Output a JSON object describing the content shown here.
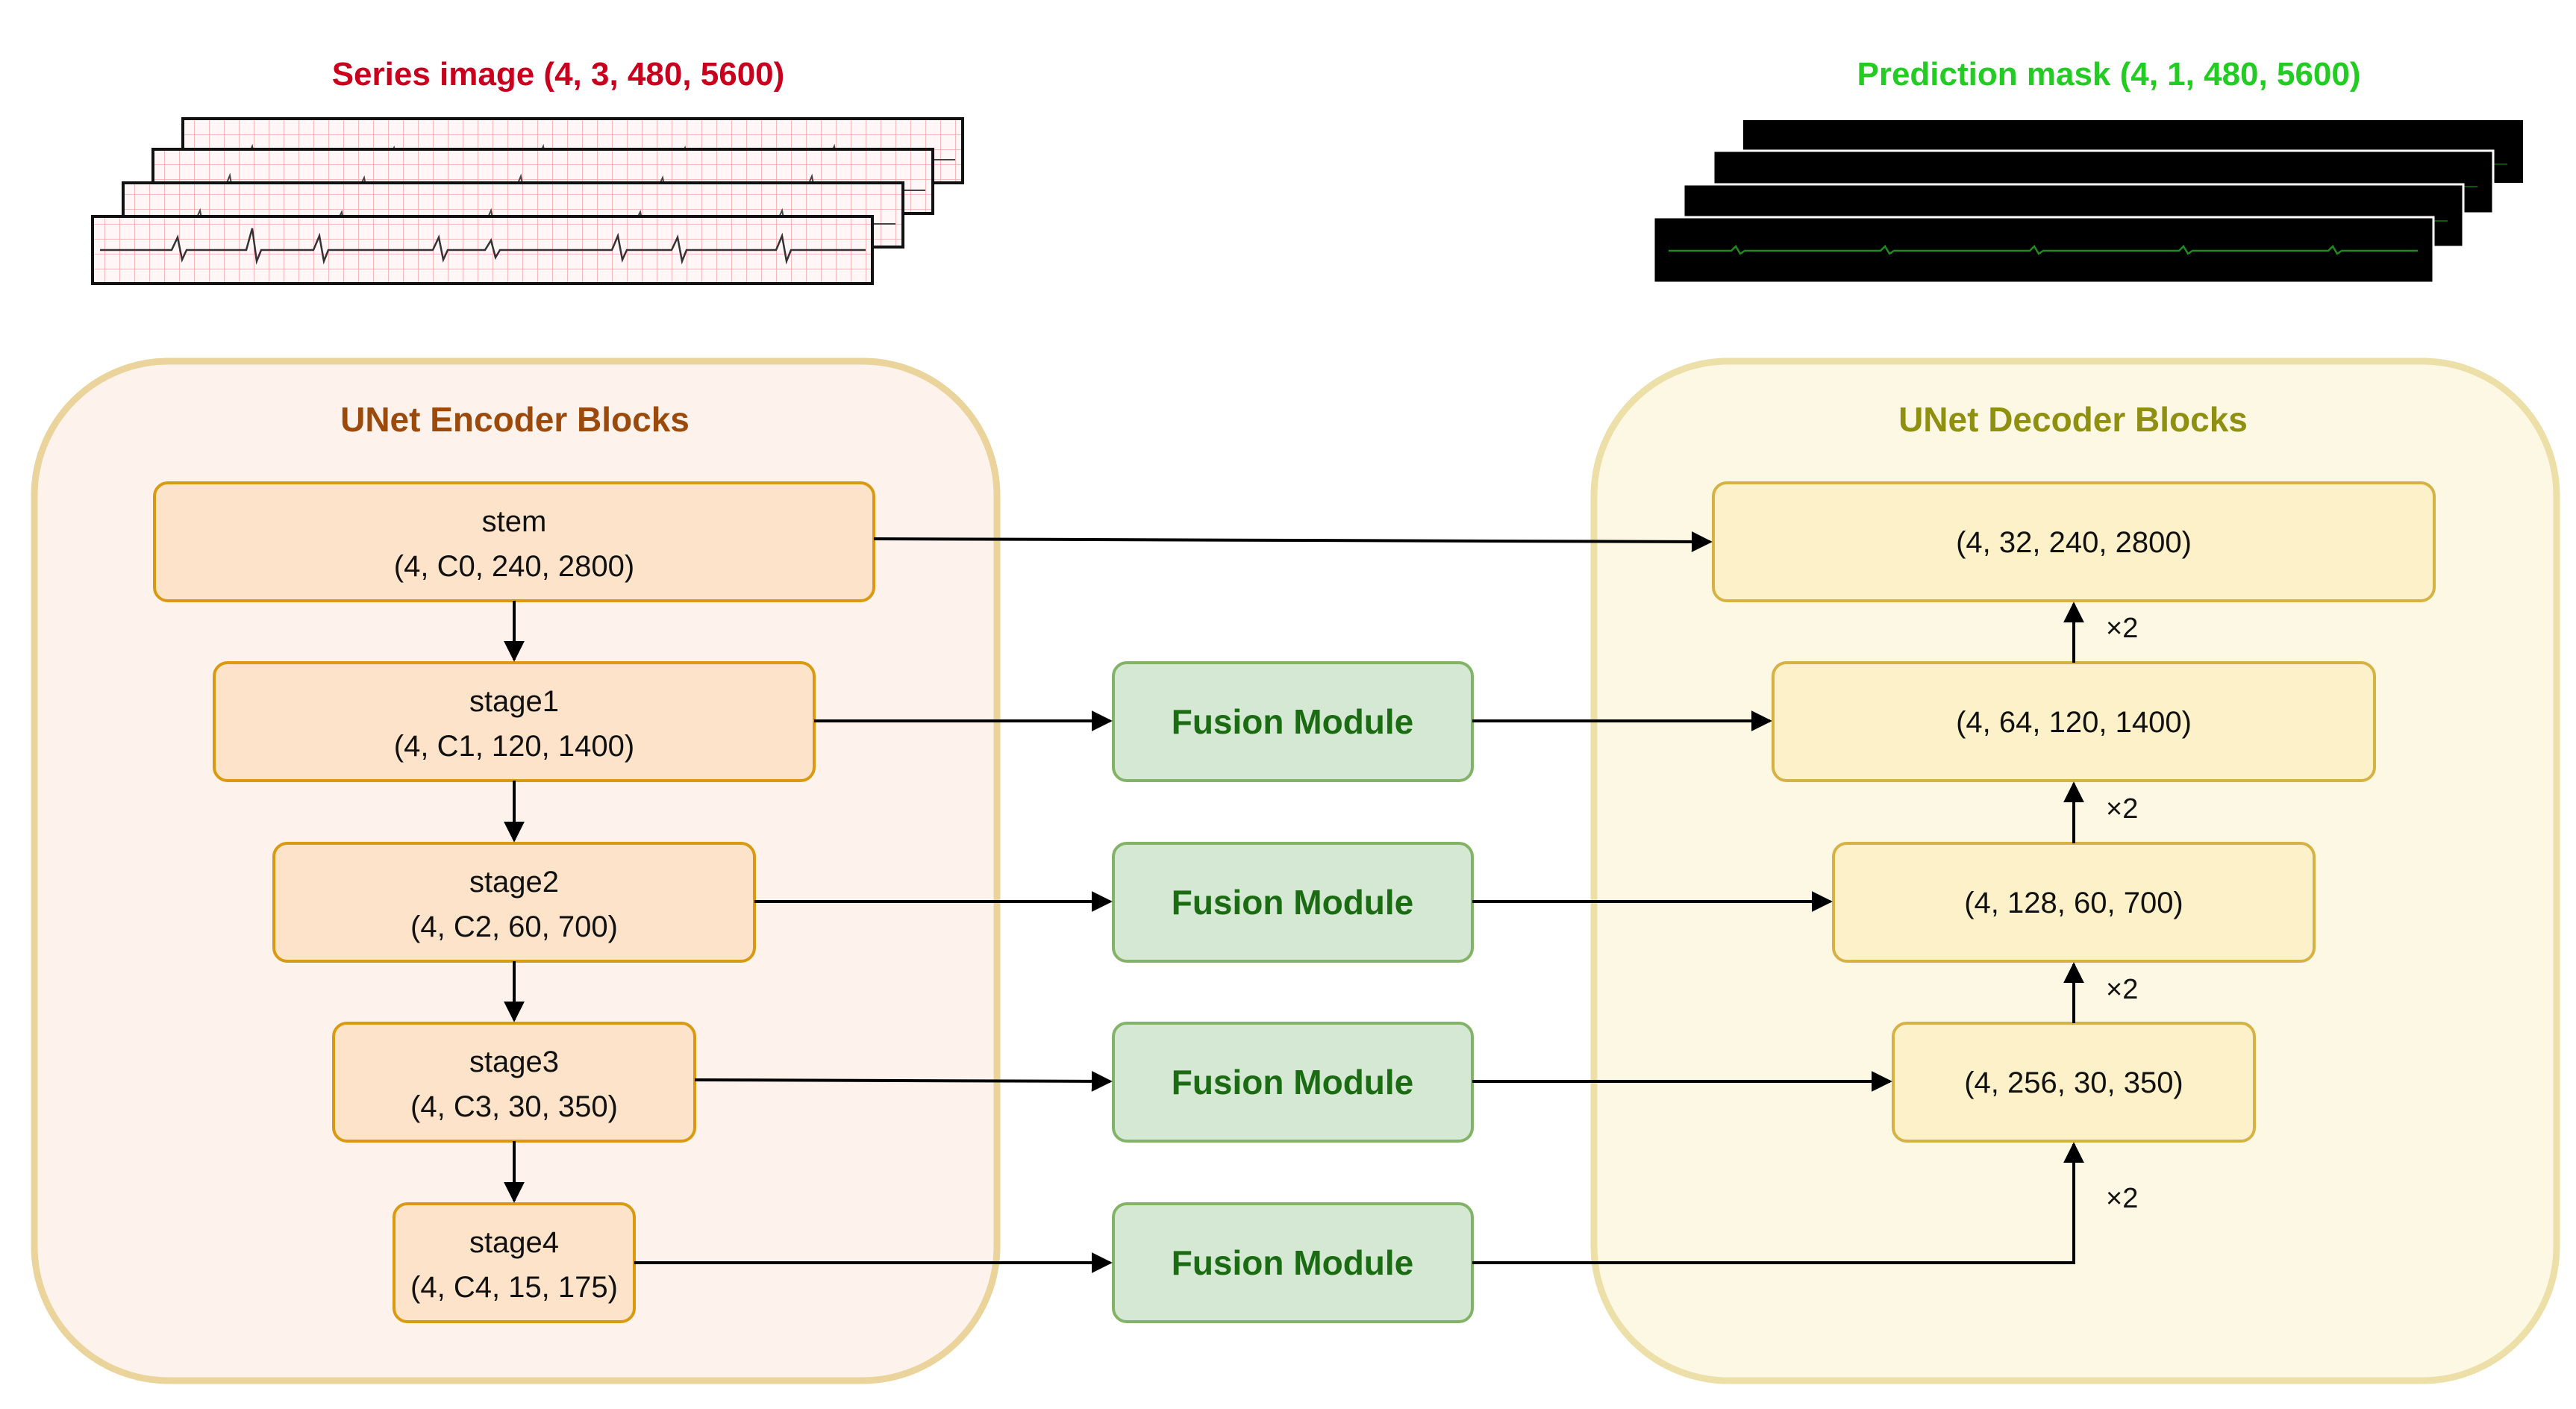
{
  "titles": {
    "input": "Series image (4, 3, 480, 5600)",
    "output": "Prediction mask (4, 1, 480, 5600)",
    "encoder": "UNet Encoder Blocks",
    "decoder": "UNet Decoder Blocks"
  },
  "encoder": [
    {
      "name": "stem",
      "shape": "(4, C0, 240, 2800)"
    },
    {
      "name": "stage1",
      "shape": "(4, C1, 120, 1400)"
    },
    {
      "name": "stage2",
      "shape": "(4, C2, 60, 700)"
    },
    {
      "name": "stage3",
      "shape": "(4, C3, 30, 350)"
    },
    {
      "name": "stage4",
      "shape": "(4, C4, 15, 175)"
    }
  ],
  "fusion_label": "Fusion Module",
  "decoder": [
    {
      "shape": "(4, 32, 240, 2800)"
    },
    {
      "shape": "(4, 64, 120, 1400)"
    },
    {
      "shape": "(4, 128, 60, 700)"
    },
    {
      "shape": "(4, 256, 30, 350)"
    }
  ],
  "upsample_label": "×2",
  "colors": {
    "input_title": "#c8001e",
    "output_title": "#22cc22",
    "encoder_title": "#9c4a0b",
    "decoder_title": "#8f8f10",
    "encoder_panel_fill": "#fdf3ec",
    "encoder_panel_stroke": "#ead49c",
    "decoder_panel_fill": "#fdf8e4",
    "decoder_panel_stroke": "#ecdfa8",
    "encoder_box_fill": "#fde3c9",
    "encoder_box_stroke": "#d99a12",
    "decoder_box_fill": "#fdf1ca",
    "decoder_box_stroke": "#d6b244",
    "fusion_fill": "#d5e8d4",
    "fusion_stroke": "#82b366",
    "fusion_text": "#1b6b13",
    "ecg_grid": "#f2a6a6"
  }
}
